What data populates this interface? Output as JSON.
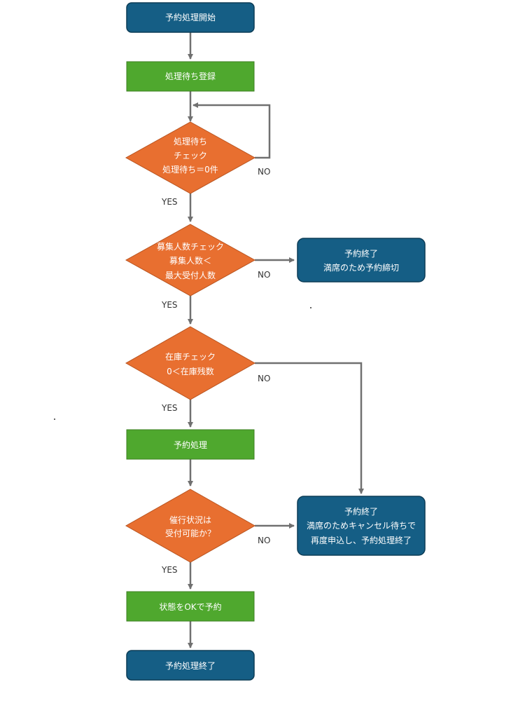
{
  "colors": {
    "terminal": "#155e85",
    "process": "#4fa82e",
    "decision": "#e86f30",
    "connector": "#707070",
    "text_on_shape": "#ffffff",
    "label": "#333333"
  },
  "nodes": {
    "start": "予約処理開始",
    "register_wait": "処理待ち登録",
    "check_waiting": [
      "処理待ち",
      "チェック",
      "処理待ち＝0件"
    ],
    "check_capacity": [
      "募集人数チェック",
      "募集人数＜",
      "最大受付人数"
    ],
    "end_full": [
      "予約終了",
      "満席のため予約締切"
    ],
    "check_stock": [
      "在庫チェック",
      "0＜在庫残数"
    ],
    "reserve": "予約処理",
    "check_status": [
      "催行状況は",
      "受付可能か？"
    ],
    "end_cancel_wait": [
      "予約終了",
      "満席のためキャンセル待ちで",
      "再度申込し、予約処理終了"
    ],
    "set_ok": "状態をOKで予約",
    "end": "予約処理終了"
  },
  "labels": {
    "yes": "YES",
    "no": "NO"
  }
}
